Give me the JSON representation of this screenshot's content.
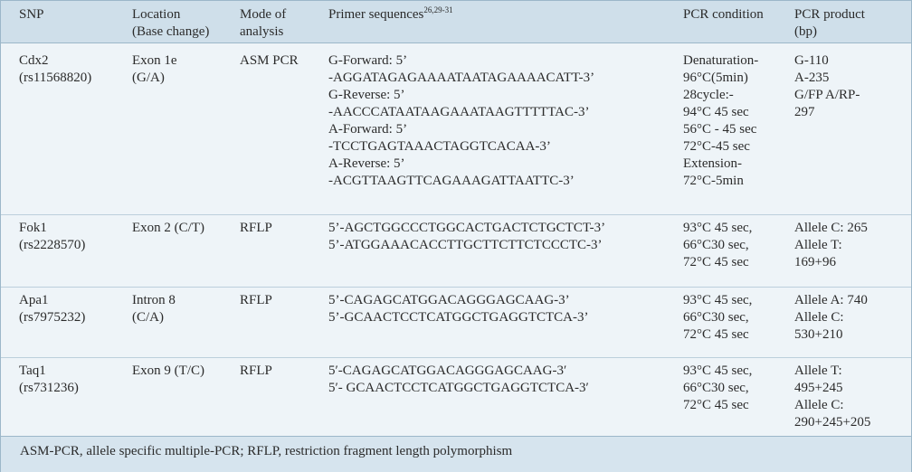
{
  "table": {
    "headers": [
      {
        "key": "snp",
        "lines": [
          "SNP"
        ]
      },
      {
        "key": "location",
        "lines": [
          "Location",
          "(Base change)"
        ]
      },
      {
        "key": "mode",
        "lines": [
          "Mode of",
          "analysis"
        ]
      },
      {
        "key": "primer",
        "text": "Primer sequences",
        "sup": "26,29-31"
      },
      {
        "key": "pcr_condition",
        "lines": [
          "PCR condition"
        ]
      },
      {
        "key": "pcr_product",
        "lines": [
          "PCR product",
          "(bp)"
        ]
      }
    ],
    "rows": [
      {
        "snp": [
          "Cdx2",
          "(rs11568820)"
        ],
        "location": [
          "Exon 1e",
          "(G/A)"
        ],
        "mode": [
          "ASM PCR"
        ],
        "primer": [
          "G-Forward: 5’",
          "-AGGATAGAGAAAATAATAGAAAACATT-3’",
          "G-Reverse: 5’",
          "-AACCCATAATAAGAAATAAGTTTTTAC-3’",
          "A-Forward: 5’",
          "-TCCTGAGTAAACTAGGTCACAA-3’",
          "A-Reverse: 5’",
          "-ACGTTAAGTTCAGAAAGATTAATTC-3’"
        ],
        "pcr_condition": [
          "Denaturation-",
          "96°C(5min)",
          "28cycle:-",
          "94°C 45 sec",
          "56°C - 45 sec",
          "72°C-45 sec",
          "Extension-",
          "72°C-5min"
        ],
        "pcr_product": [
          "G-110",
          "A-235",
          "G/FP A/RP-",
          "297"
        ]
      },
      {
        "snp": [
          "Fok1",
          "(rs2228570)"
        ],
        "location": [
          "Exon 2 (C/T)"
        ],
        "mode": [
          "RFLP"
        ],
        "primer": [
          "5’-AGCTGGCCCTGGCACTGACTCTGCTCT-3’",
          "5’-ATGGAAACACCTTGCTTCTTCTCCCTC-3’"
        ],
        "pcr_condition": [
          "93°C 45 sec,",
          "66°C30 sec,",
          "72°C 45 sec"
        ],
        "pcr_product": [
          "Allele C: 265",
          "Allele T:",
          "169+96"
        ]
      },
      {
        "snp": [
          "Apa1",
          "(rs7975232)"
        ],
        "location": [
          "Intron 8",
          "(C/A)"
        ],
        "mode": [
          "RFLP"
        ],
        "primer": [
          "5’-CAGAGCATGGACAGGGAGCAAG-3’",
          "5’-GCAACTCCTCATGGCTGAGGTCTCA-3’"
        ],
        "pcr_condition": [
          "93°C 45 sec,",
          "66°C30 sec,",
          "72°C 45 sec"
        ],
        "pcr_product": [
          "Allele A: 740",
          "Allele C:",
          "530+210"
        ]
      },
      {
        "snp": [
          "Taq1",
          "(rs731236)"
        ],
        "location": [
          "Exon 9 (T/C)"
        ],
        "mode": [
          "RFLP"
        ],
        "primer": [
          "5′-CAGAGCATGGACAGGGAGCAAG-3′",
          "5′- GCAACTCCTCATGGCTGAGGTCTCA-3′"
        ],
        "pcr_condition": [
          "93°C 45 sec,",
          "66°C30 sec,",
          "72°C 45 sec"
        ],
        "pcr_product": [
          "Allele T:",
          "495+245",
          "Allele C:",
          "290+245+205"
        ]
      }
    ],
    "footnote": "ASM-PCR, allele specific multiple-PCR; RFLP, restriction fragment length polymorphism"
  }
}
